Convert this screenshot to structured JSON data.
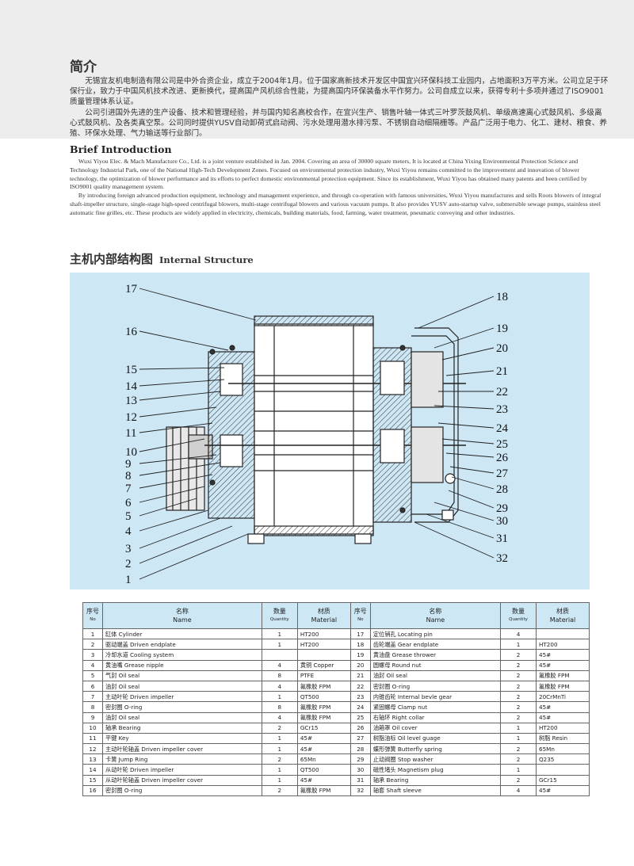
{
  "intro_cn": {
    "title": "简介",
    "p1": "无锡宜友机电制造有限公司是中外合资企业，成立于2004年1月。位于国家高新技术开发区中国宜兴环保科技工业园内，占地面积3万平方米。公司立足于环保行业，致力于中国风机技术改进、更新换代，提高国产风机综合性能，为提高国内环保装备水平作努力。公司自成立以来，获得专利十多项并通过了ISO9001质量管理体系认证。",
    "p2": "公司引进国外先进的生产设备、技术和管理经验，并与国内知名高校合作，在宜兴生产、销售叶轴一体式三叶罗茨鼓风机、单级高速离心式鼓风机、多级离心式鼓风机、及各类真空泵。公司同时提供YUSV自动卸荷式启动阀、污水处理用潜水排污泵、不锈钢自动细隔栅等。产品广泛用于电力、化工、建材、粮食、养殖、环保水处理、气力输送等行业部门。"
  },
  "intro_en": {
    "title": "Brief Introduction",
    "p1": "Wuxi Yiyou Elec. & Mach Manufacture Co., Ltd. is a joint venture established in Jan. 2004. Covering an area of 30000 square meters, It is located at China Yixing Environmental Protection Science and Technology Industrial Park, one of the National High-Tech Development Zones. Focused on environmental protection industry, Wuxi Yiyou remains committed to the improvement and innovation of blower technology, the optimization of blower performance and its efforts to perfect domestic environmental protection equipment. Since its establishment, Wuxi Yiyou has obtained many patents and been certified by ISO9001 quality management system.",
    "p2": "By introducing foreign advanced production equipment, technology and management experience, and through co-operation with famous universities, Wuxi Yiyou manufactures and sells Roots blowers of integral shaft-impeller structure, single-stage high-speed centrifugal blowers, multi-stage centrifugal blowers and various vacuum pumps. It also provides YUSV auto-startup valve, submersible sewage pumps, stainless steel automatic fine grilles, etc. These products are widely applied in electricity, chemicals, building materials, food, farming, water treatment, pneumatic conveying and other industries."
  },
  "structure": {
    "title_cn": "主机内部结构图",
    "title_en": "Internal Structure"
  },
  "diagram_labels": {
    "left": [
      "17",
      "16",
      "15",
      "14",
      "13",
      "12",
      "11",
      "10",
      "9",
      "8",
      "7",
      "6",
      "5",
      "4",
      "3",
      "2",
      "1"
    ],
    "right": [
      "18",
      "19",
      "20",
      "21",
      "22",
      "23",
      "24",
      "25",
      "26",
      "27",
      "28",
      "29",
      "30",
      "31",
      "32"
    ]
  },
  "table": {
    "h_no": "序号",
    "h_no_sub": "No",
    "h_name": "名称",
    "h_name_en": "Name",
    "h_qty": "数量",
    "h_qty_en": "Quantity",
    "h_mat": "材质",
    "h_mat_en": "Material",
    "rows": [
      {
        "l": [
          "1",
          "缸体 Cylinder",
          "1",
          "HT200"
        ],
        "r": [
          "17",
          "定位销孔 Locating pin",
          "4",
          ""
        ]
      },
      {
        "l": [
          "2",
          "驱动端盖 Driven endplate",
          "1",
          "HT200"
        ],
        "r": [
          "18",
          "齿轮端盖 Gear endplate",
          "1",
          "HT200"
        ]
      },
      {
        "l": [
          "3",
          "冷却水道 Cooling system",
          "",
          ""
        ],
        "r": [
          "19",
          "黄油盘 Grease thrower",
          "2",
          "45#"
        ]
      },
      {
        "l": [
          "4",
          "黄油嘴 Grease nipple",
          "4",
          "黄铜 Copper"
        ],
        "r": [
          "20",
          "圆螺母 Round nut",
          "2",
          "45#"
        ]
      },
      {
        "l": [
          "5",
          "气封 Oil seal",
          "8",
          "PTFE"
        ],
        "r": [
          "21",
          "油封 Oil seal",
          "2",
          "氟橡胶 FPM"
        ]
      },
      {
        "l": [
          "6",
          "油封 Oil seal",
          "4",
          "氟橡胶 FPM"
        ],
        "r": [
          "22",
          "密封圈 O-ring",
          "2",
          "氟橡胶 FPM"
        ]
      },
      {
        "l": [
          "7",
          "主动叶轮 Driven impeller",
          "1",
          "QT500"
        ],
        "r": [
          "23",
          "内锥齿轮 Internal bevle gear",
          "2",
          "20CrMnTi"
        ]
      },
      {
        "l": [
          "8",
          "密封圈 O-ring",
          "8",
          "氟橡胶 FPM"
        ],
        "r": [
          "24",
          "紧固螺母 Clamp nut",
          "2",
          "45#"
        ]
      },
      {
        "l": [
          "9",
          "油封 Oil seal",
          "4",
          "氟橡胶 FPM"
        ],
        "r": [
          "25",
          "右轴环 Right collar",
          "2",
          "45#"
        ]
      },
      {
        "l": [
          "10",
          "轴承 Bearing",
          "2",
          "GCr15"
        ],
        "r": [
          "26",
          "油箱罩 Oil cover",
          "1",
          "HT200"
        ]
      },
      {
        "l": [
          "11",
          "平键 Key",
          "1",
          "45#"
        ],
        "r": [
          "27",
          "树脂油标 Oil level guage",
          "1",
          "树脂 Resin"
        ]
      },
      {
        "l": [
          "12",
          "主动叶轮轴盖 Driven impeller cover",
          "1",
          "45#"
        ],
        "r": [
          "28",
          "蝶形弹簧 Butterfly spring",
          "2",
          "65Mn"
        ]
      },
      {
        "l": [
          "13",
          "卡簧 Jump Ring",
          "2",
          "65Mn"
        ],
        "r": [
          "29",
          "止动阀圈 Stop washer",
          "2",
          "Q235"
        ]
      },
      {
        "l": [
          "14",
          "从动叶轮 Driven impeller",
          "1",
          "QT500"
        ],
        "r": [
          "30",
          "磁性堵头 Magnetism plug",
          "1",
          ""
        ]
      },
      {
        "l": [
          "15",
          "从动叶轮轴盖 Driven impeller cover",
          "1",
          "45#"
        ],
        "r": [
          "31",
          "轴承 Bearing",
          "2",
          "GCr15"
        ]
      },
      {
        "l": [
          "16",
          "密封圈 O-ring",
          "2",
          "氟橡胶 FPM"
        ],
        "r": [
          "32",
          "轴套 Shaft sleeve",
          "4",
          "45#"
        ]
      }
    ]
  },
  "colors": {
    "diagram_bg": "#cde7f5",
    "header_bg": "#cde7f5",
    "band_bg": "#ededed"
  }
}
